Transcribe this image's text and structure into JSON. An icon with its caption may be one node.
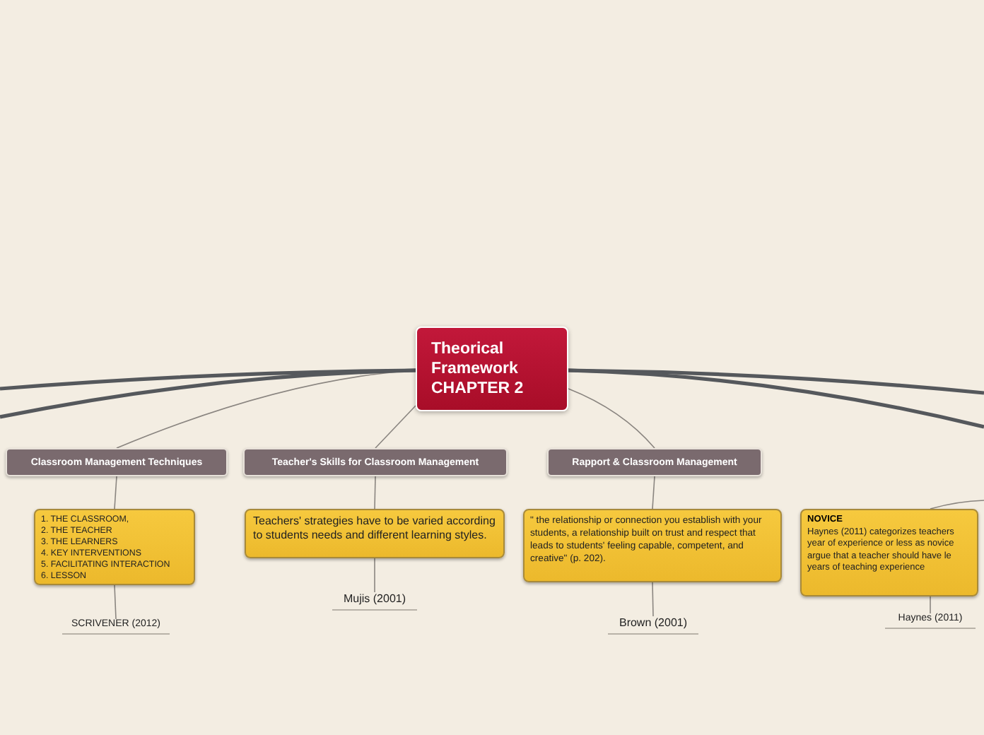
{
  "diagram": {
    "nodes": [
      {
        "text": [
          "Theorical Framework CHAPTER 2"
        ]
      },
      {
        "text": [
          "Classroom Management Techniques"
        ]
      },
      {
        "text": [
          "Teacher's Skills for Classroom Management"
        ]
      },
      {
        "text": [
          "Rapport & Classroom Management"
        ]
      },
      {
        "text": [
          "1. THE CLASSROOM,",
          "2. THE TEACHER",
          "3. THE LEARNERS",
          "4. KEY INTERVENTIONS",
          "5. FACILITATING INTERACTION",
          "6. LESSON"
        ]
      },
      {
        "text": [
          "SCRIVENER (2012)"
        ]
      },
      {
        "text": [
          "Teachers' strategies have to be varied according to students needs and different learning styles."
        ]
      },
      {
        "text": [
          "Mujis (2001)"
        ]
      },
      {
        "text": [
          "\" the relationship or connection you establish with your students, a relationship built on trust and respect that leads to students' feeling capable, competent, and creative\" (p. 202)."
        ]
      },
      {
        "text": [
          "Brown (2001)"
        ]
      },
      {
        "text": [
          "NOVICE",
          "Haynes (2011) categorizes teachers year of experience or less as novice argue that a teacher should have le years of teaching experience"
        ]
      },
      {
        "text": [
          "Haynes (2011)"
        ]
      }
    ],
    "edges": [
      {
        "from": 0,
        "to": 1,
        "arrow": "none"
      },
      {
        "from": 0,
        "to": 2,
        "arrow": "none"
      },
      {
        "from": 0,
        "to": 3,
        "arrow": "none"
      },
      {
        "from": 1,
        "to": 4,
        "arrow": "none"
      },
      {
        "from": 4,
        "to": 5,
        "arrow": "none"
      },
      {
        "from": 2,
        "to": 6,
        "arrow": "none"
      },
      {
        "from": 6,
        "to": 7,
        "arrow": "none"
      },
      {
        "from": 3,
        "to": 8,
        "arrow": "none"
      },
      {
        "from": 8,
        "to": 9,
        "arrow": "none"
      },
      {
        "from": 0,
        "to": null,
        "arrow": "none",
        "style": "thick"
      },
      {
        "from": 0,
        "to": null,
        "arrow": "none",
        "style": "thick"
      },
      {
        "from": 0,
        "to": null,
        "arrow": "none",
        "style": "thick"
      },
      {
        "from": 0,
        "to": null,
        "arrow": "none",
        "style": "thick"
      },
      {
        "from": null,
        "to": 10,
        "arrow": "none"
      },
      {
        "from": 10,
        "to": 11,
        "arrow": "none"
      }
    ]
  }
}
